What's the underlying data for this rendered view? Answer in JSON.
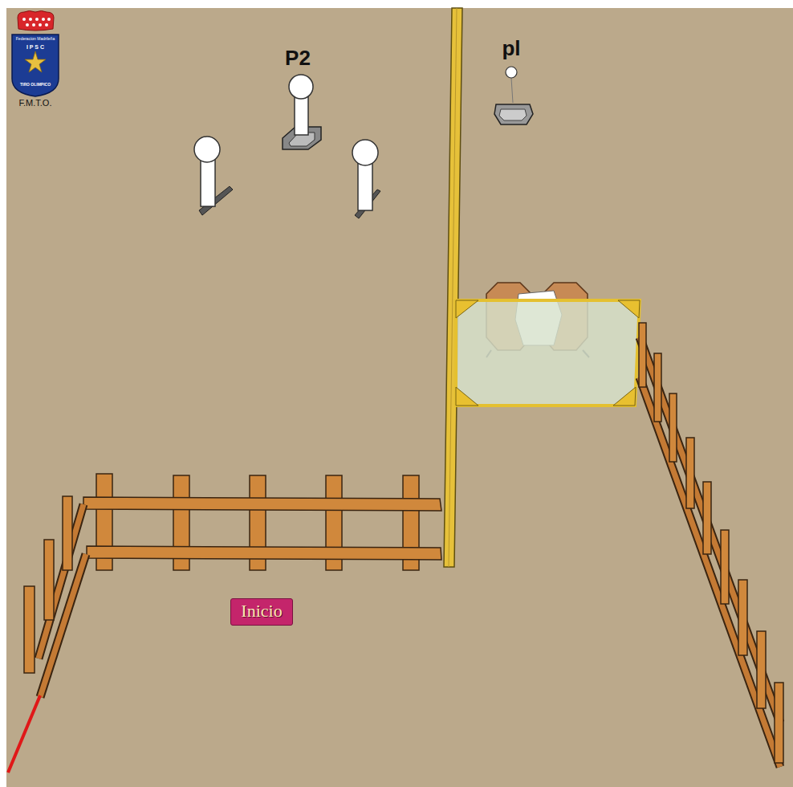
{
  "diagram": {
    "nodes": [
      {
        "text": [
          "Inicio"
        ]
      }
    ],
    "labels": [
      "P2",
      "pl",
      "F.M.T.O.",
      "Federacion Madrileña",
      "I P S C",
      "TIRO OLIMPICO"
    ]
  }
}
